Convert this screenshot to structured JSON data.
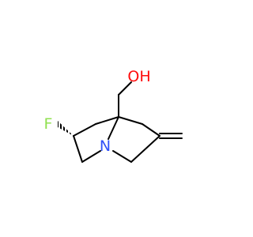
{
  "molecule": {
    "atoms": {
      "oh": "OH",
      "f": "F",
      "n": "N"
    }
  },
  "colors": {
    "background": "#ffffff",
    "bond": "#000000",
    "oxygen": "#ff0d0d",
    "fluorine": "#90e050",
    "nitrogen": "#3050f8"
  }
}
